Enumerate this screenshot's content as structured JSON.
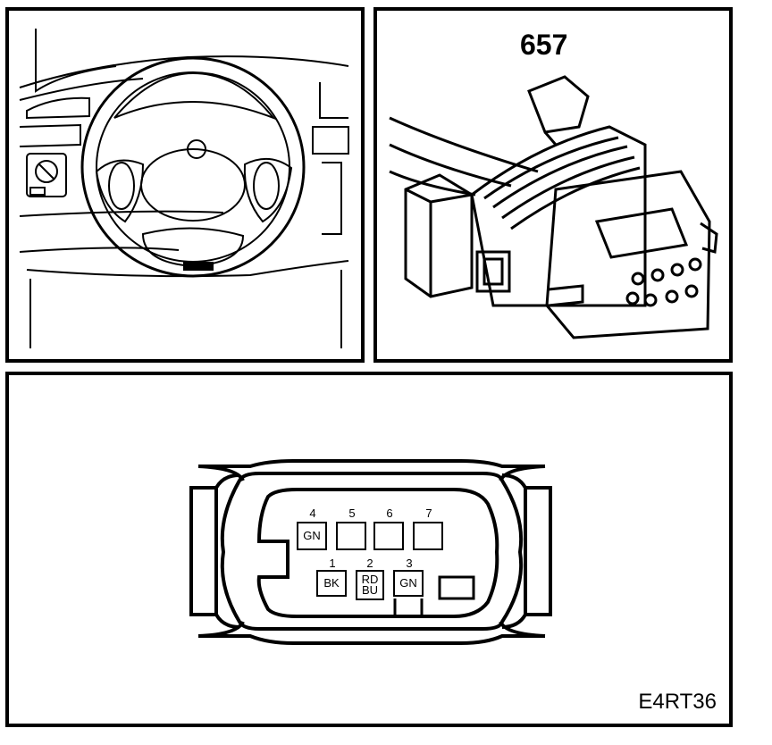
{
  "connector_ref": "657",
  "figure_code": "E4RT36",
  "pins": [
    {
      "number": "4",
      "color_line1": "GN",
      "color_line2": ""
    },
    {
      "number": "5",
      "color_line1": "",
      "color_line2": ""
    },
    {
      "number": "6",
      "color_line1": "",
      "color_line2": ""
    },
    {
      "number": "7",
      "color_line1": "",
      "color_line2": ""
    },
    {
      "number": "1",
      "color_line1": "BK",
      "color_line2": ""
    },
    {
      "number": "2",
      "color_line1": "RD",
      "color_line2": "BU"
    },
    {
      "number": "3",
      "color_line1": "GN",
      "color_line2": ""
    }
  ]
}
